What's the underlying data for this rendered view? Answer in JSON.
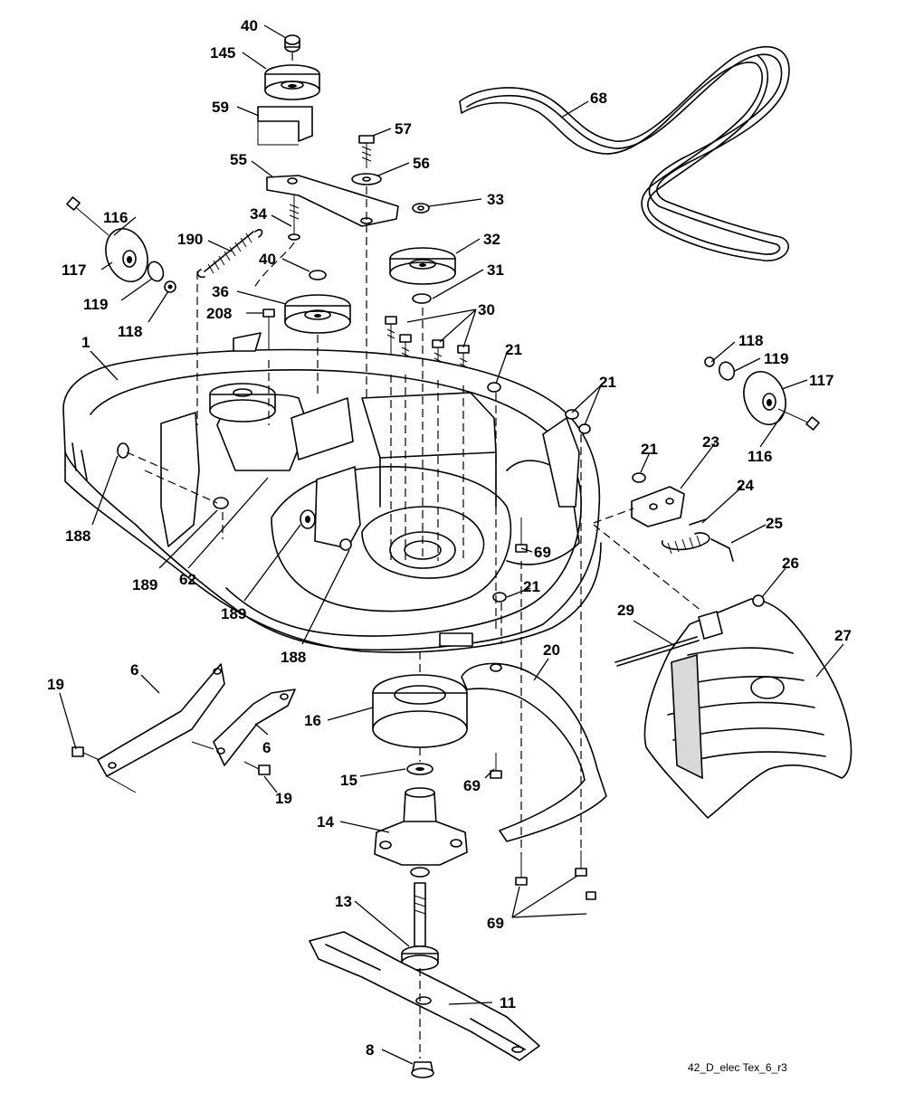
{
  "drawing_ref": "42_D_elec Tex_6_r3",
  "callouts": [
    "40",
    "145",
    "59",
    "57",
    "56",
    "55",
    "33",
    "34",
    "32",
    "190",
    "31",
    "40",
    "36",
    "208",
    "30",
    "116",
    "117",
    "119",
    "118",
    "1",
    "21",
    "21",
    "118",
    "119",
    "117",
    "116",
    "21",
    "23",
    "24",
    "25",
    "188",
    "189",
    "62",
    "69",
    "21",
    "189",
    "188",
    "26",
    "29",
    "27",
    "20",
    "6",
    "19",
    "6",
    "16",
    "15",
    "69",
    "19",
    "14",
    "13",
    "69",
    "11",
    "8",
    "68"
  ],
  "colors": {
    "line": "#000000",
    "background": "#ffffff",
    "shade": "#d9d9d9"
  }
}
